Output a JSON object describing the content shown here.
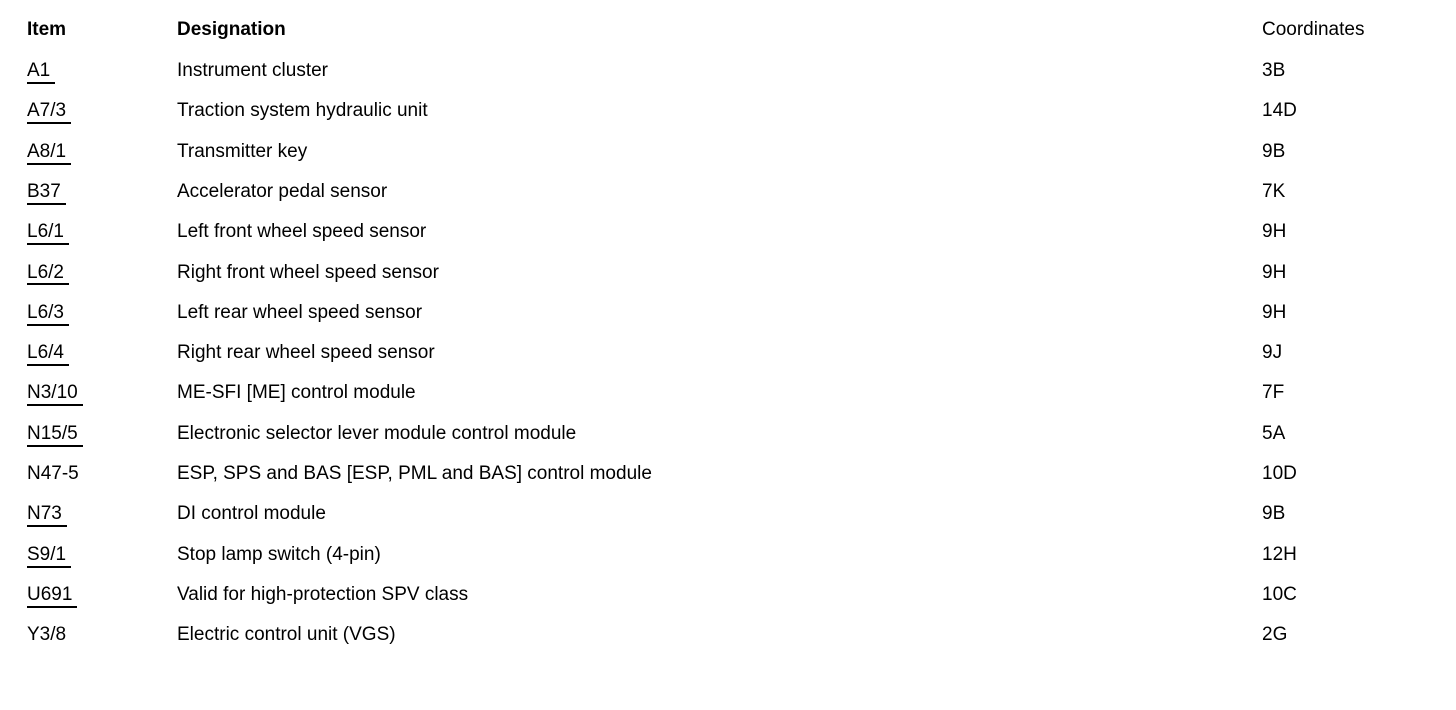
{
  "document": {
    "type": "wiring-diagram-legend-table",
    "background_color": "#ffffff",
    "text_color": "#000000"
  },
  "table": {
    "headers": {
      "item": "Item",
      "designation": "Designation",
      "coordinates": "Coordinates"
    },
    "rows": [
      {
        "item": "A1",
        "designation": "Instrument cluster",
        "coordinates": "3B",
        "linked": true
      },
      {
        "item": "A7/3",
        "designation": "Traction system hydraulic unit",
        "coordinates": "14D",
        "linked": true
      },
      {
        "item": "A8/1",
        "designation": "Transmitter key",
        "coordinates": "9B",
        "linked": true
      },
      {
        "item": "B37",
        "designation": "Accelerator pedal sensor",
        "coordinates": "7K",
        "linked": true
      },
      {
        "item": "L6/1",
        "designation": "Left front wheel speed sensor",
        "coordinates": "9H",
        "linked": true
      },
      {
        "item": "L6/2",
        "designation": "Right front wheel speed sensor",
        "coordinates": "9H",
        "linked": true
      },
      {
        "item": "L6/3",
        "designation": "Left rear wheel speed sensor",
        "coordinates": "9H",
        "linked": true
      },
      {
        "item": "L6/4",
        "designation": "Right rear wheel speed sensor",
        "coordinates": "9J",
        "linked": true
      },
      {
        "item": "N3/10",
        "designation": "ME-SFI [ME] control module",
        "coordinates": "7F",
        "linked": true
      },
      {
        "item": "N15/5",
        "designation": "Electronic selector lever module control module",
        "coordinates": "5A",
        "linked": true
      },
      {
        "item": "N47-5",
        "designation": "ESP, SPS and BAS [ESP, PML and BAS] control module",
        "coordinates": "10D",
        "linked": false
      },
      {
        "item": "N73",
        "designation": "DI control module",
        "coordinates": "9B",
        "linked": true
      },
      {
        "item": "S9/1",
        "designation": "Stop lamp switch (4-pin)",
        "coordinates": "12H",
        "linked": true
      },
      {
        "item": "U691",
        "designation": "Valid for high-protection SPV class",
        "coordinates": "10C",
        "linked": true
      },
      {
        "item": "Y3/8",
        "designation": "Electric control unit (VGS)",
        "coordinates": "2G",
        "linked": false
      }
    ]
  }
}
